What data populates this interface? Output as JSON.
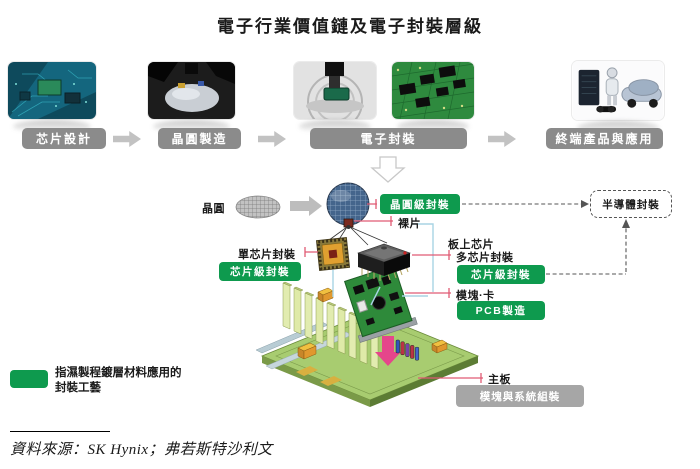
{
  "title": "電子行業價值鏈及電子封裝層級",
  "value_chain": {
    "stages": [
      {
        "label": "芯片設計",
        "image": "circuit-board-photo"
      },
      {
        "label": "晶圓製造",
        "image": "wafer-fab-photo"
      },
      {
        "label": "電子封裝",
        "images": [
          "chip-press-photo",
          "pcb-photo"
        ]
      },
      {
        "label": "終端產品與應用",
        "image": "end-products-photo"
      }
    ]
  },
  "packaging_diagram": {
    "wafer_label": "晶圓",
    "wafer_level_packaging": "晶圓級封裝",
    "semiconductor_packaging": "半導體封裝",
    "bare_die": "裸片",
    "single_chip_packaging": "單芯片封裝",
    "chip_level_packaging_left": "芯片級封裝",
    "chip_on_board": "板上芯片",
    "multi_chip_packaging": "多芯片封裝",
    "chip_level_packaging_right": "芯片級封裝",
    "module_card": "模塊·卡",
    "pcb_manufacturing": "PCB製造",
    "motherboard": "主板",
    "module_system_assembly": "模塊與系統組裝"
  },
  "legend": {
    "line1": "指濕製程鍍層材料應用的",
    "line2": "封裝工藝"
  },
  "source": {
    "text": "資料來源：SK Hynix；弗若斯特沙利文"
  },
  "colors": {
    "green": "#0e9a4e",
    "bar_gray": "#8b8b8b",
    "arrow_gray": "#c2c2c2",
    "red_line": "#e05a74",
    "blue_line": "#a8d4e4",
    "dashed_line": "#555555"
  }
}
